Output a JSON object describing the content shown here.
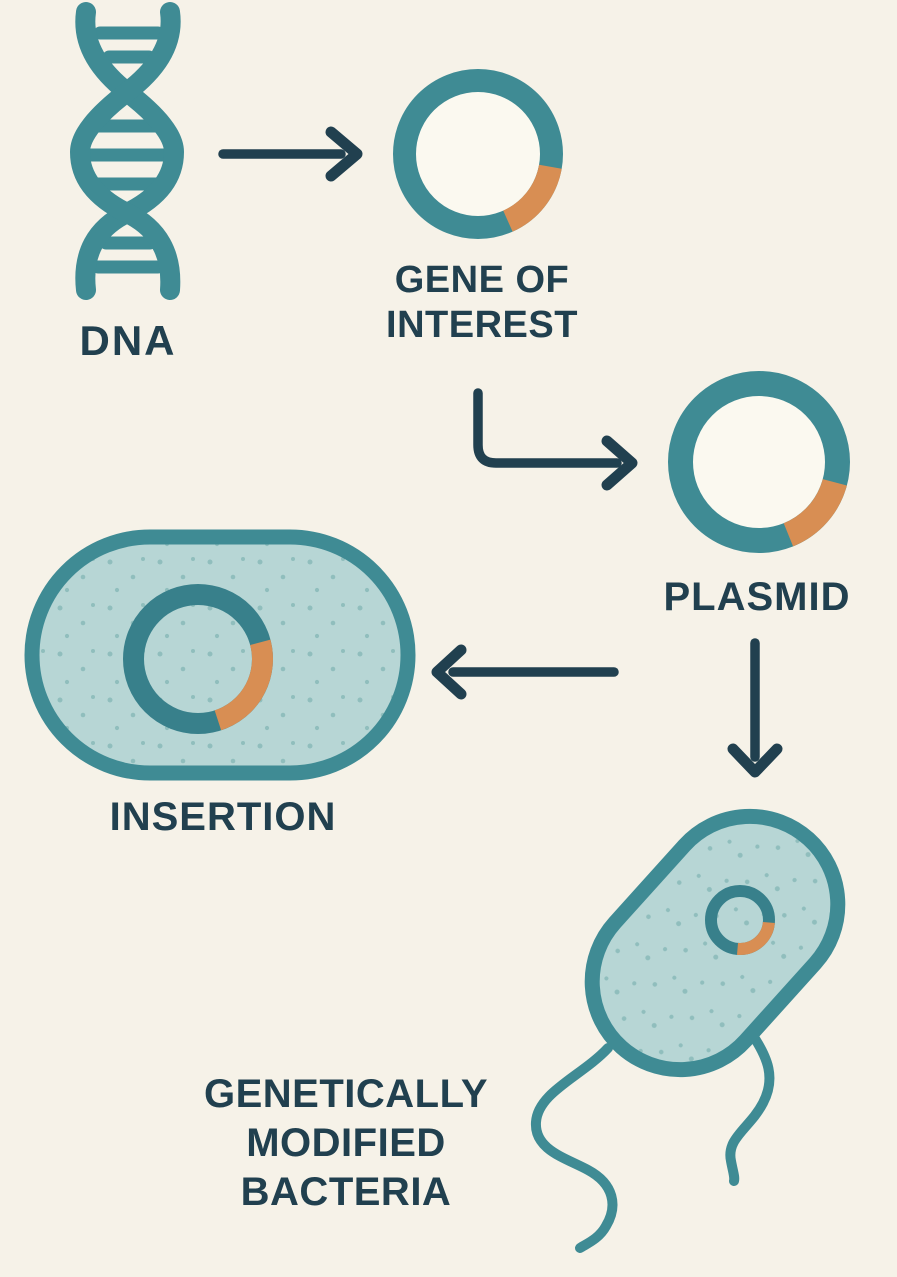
{
  "colors": {
    "background": "#f6f2e8",
    "teal": "#3f8b94",
    "teal_dark": "#38808b",
    "cell_fill": "#b7d6d5",
    "speckle": "#90bebd",
    "orange": "#d88e53",
    "navy": "#21404f",
    "ring_interior": "#fbf9f0"
  },
  "labels": {
    "dna": "DNA",
    "gene_of_interest": [
      "GENE OF",
      "INTEREST"
    ],
    "plasmid": "PLASMID",
    "insertion": "INSERTION",
    "gm_bacteria": [
      "GENETICALLY",
      "MODIFIED",
      "BACTERIA"
    ]
  },
  "icons": {
    "dna": "dna-helix-icon",
    "gene_of_interest": "plasmid-ring-with-gene-segment-icon",
    "plasmid": "plasmid-ring-with-gene-segment-icon",
    "insertion": "bacterial-cell-with-plasmid-icon",
    "gm_bacteria": "flagellated-bacterium-with-plasmid-icon"
  },
  "flow": [
    {
      "step": 1,
      "from": "DNA",
      "to": "GENE OF INTEREST",
      "arrow": "right"
    },
    {
      "step": 2,
      "from": "GENE OF INTEREST",
      "to": "PLASMID",
      "arrow": "elbow-down-right"
    },
    {
      "step": 3,
      "from": "PLASMID",
      "to": "GENETICALLY MODIFIED BACTERIA",
      "arrow": "down"
    },
    {
      "step": 4,
      "from": "GENETICALLY MODIFIED BACTERIA",
      "to": "INSERTION",
      "arrow": "left"
    }
  ]
}
